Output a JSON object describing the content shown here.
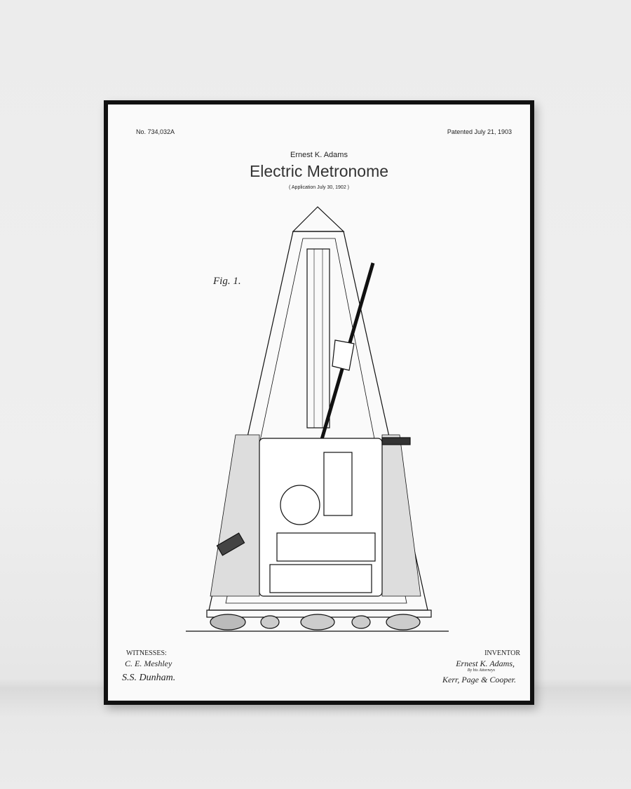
{
  "poster": {
    "patent_number": "No. 734,032A",
    "patented_date": "Patented July 21, 1903",
    "inventor_name": "Ernest K. Adams",
    "title": "Electric Metronome",
    "application": "( Application  July 30, 1902 )",
    "figure_label": "Fig. 1.",
    "witnesses_label": "WITNESSES:",
    "witness_signatures": [
      "C. E. Meshley",
      "S.S. Dunham."
    ],
    "inventor_label": "INVENTOR",
    "inventor_signature": "Ernest K. Adams,",
    "attorneys_note": "By his Attorneys",
    "attorneys_signature": "Kerr, Page & Cooper."
  }
}
